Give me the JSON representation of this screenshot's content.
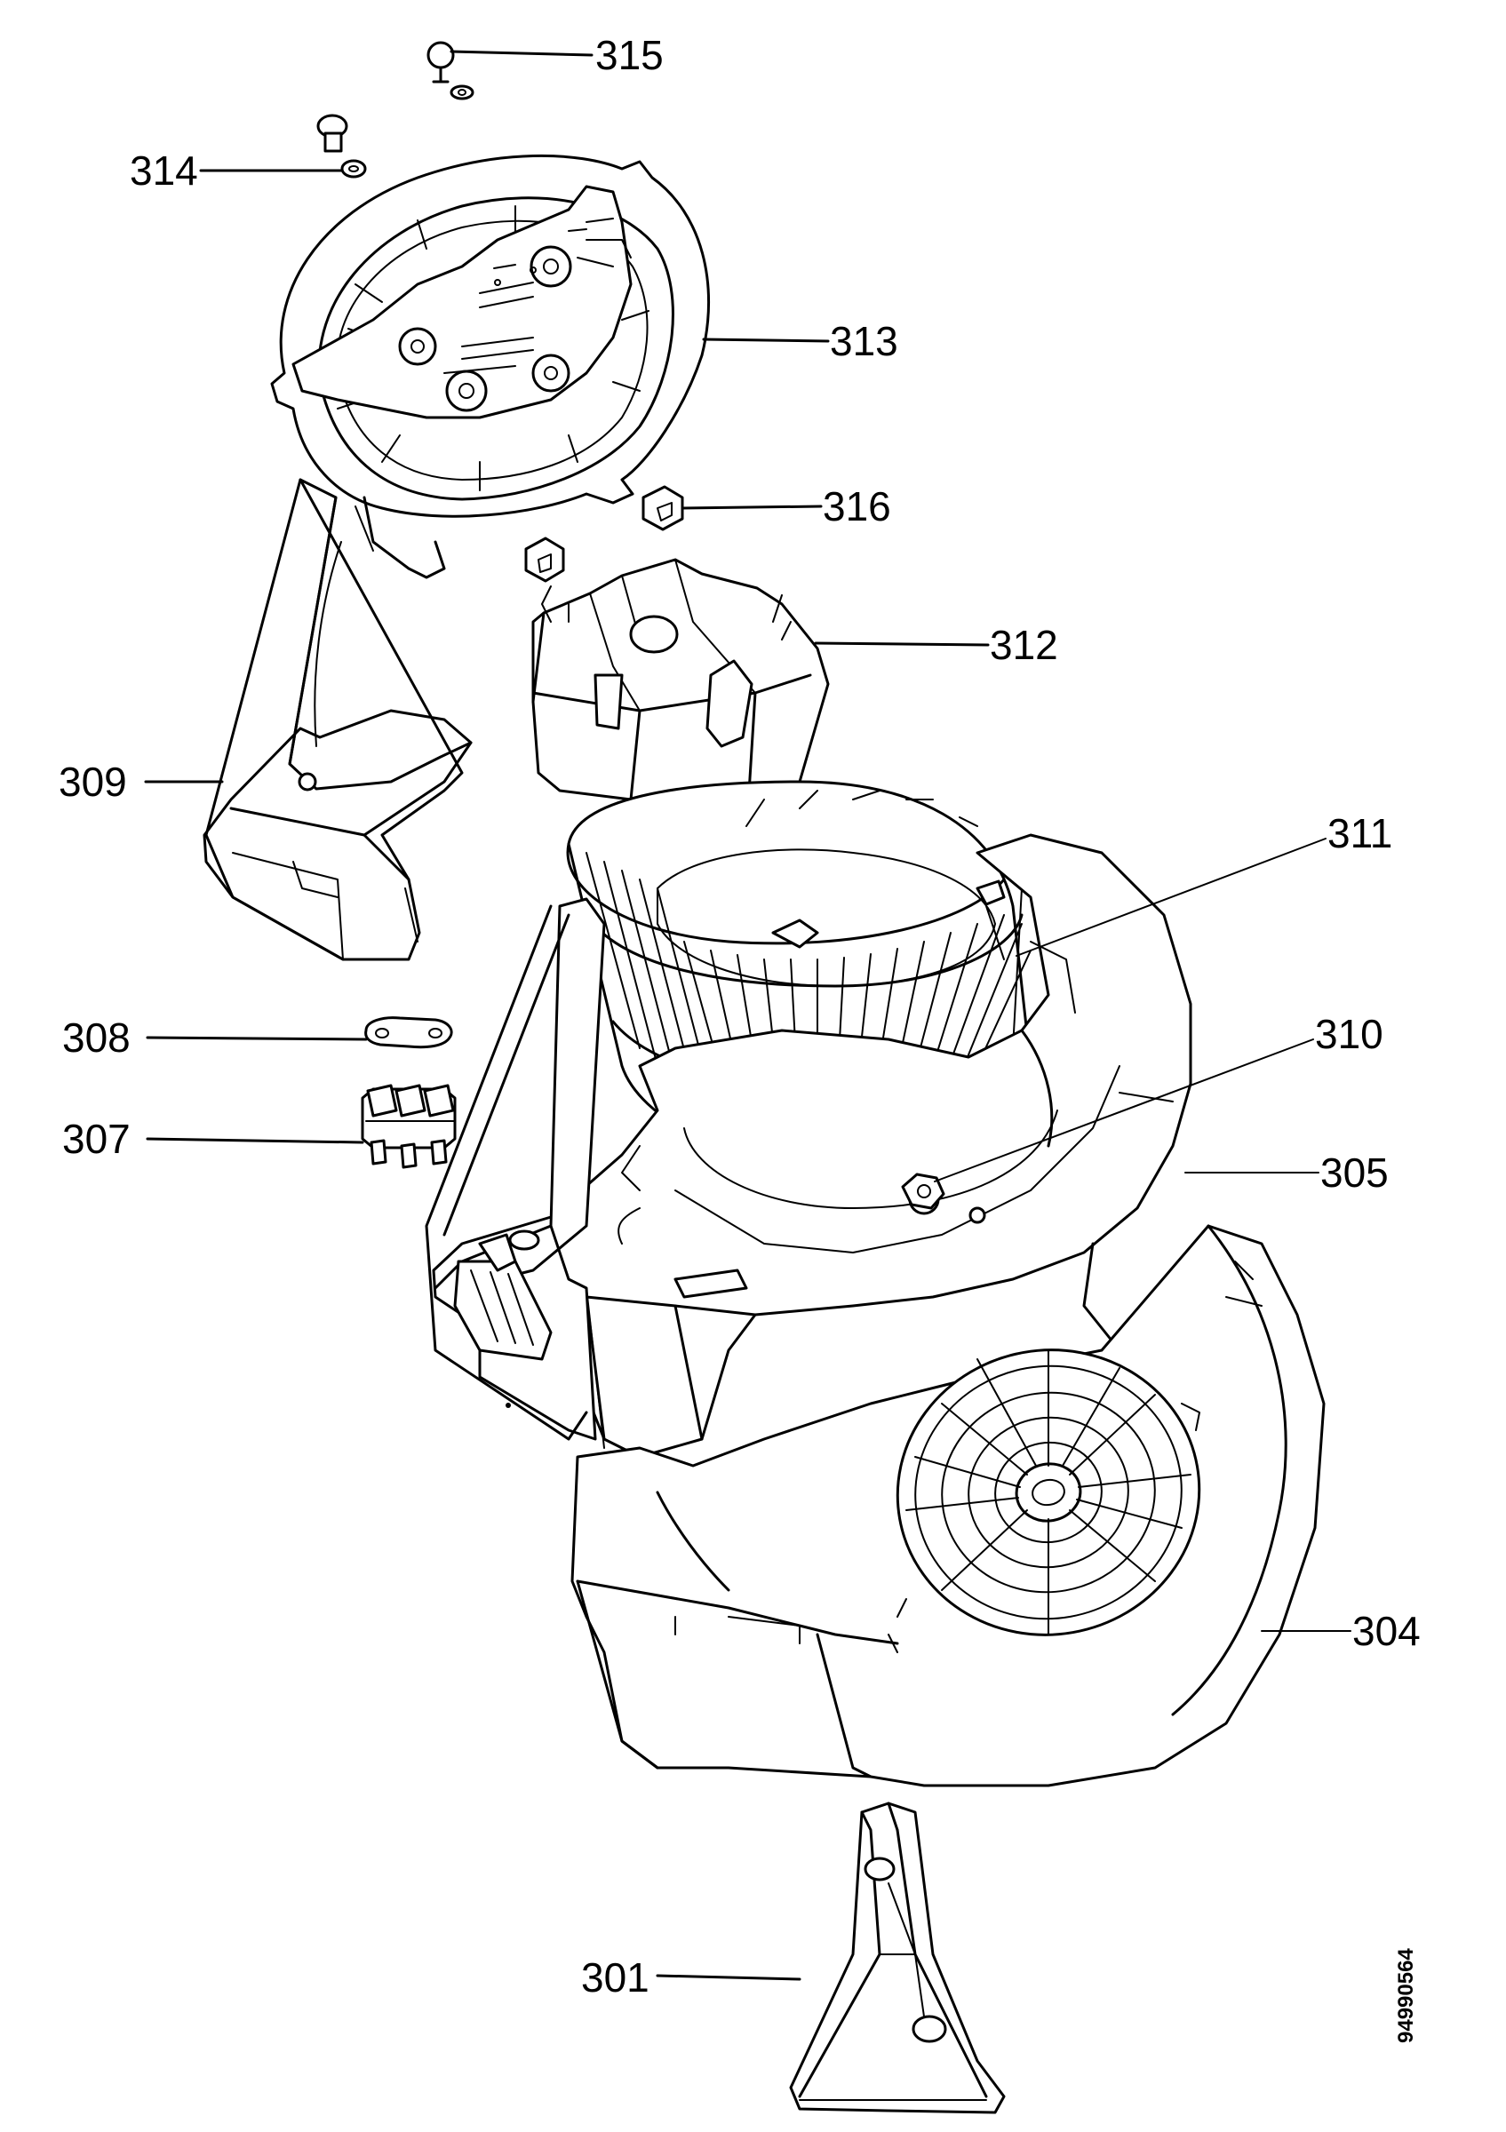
{
  "callouts": [
    {
      "id": "c315",
      "label": "315"
    },
    {
      "id": "c314",
      "label": "314"
    },
    {
      "id": "c313",
      "label": "313"
    },
    {
      "id": "c316",
      "label": "316"
    },
    {
      "id": "c312",
      "label": "312"
    },
    {
      "id": "c309",
      "label": "309"
    },
    {
      "id": "c311",
      "label": "311"
    },
    {
      "id": "c310",
      "label": "310"
    },
    {
      "id": "c308",
      "label": "308"
    },
    {
      "id": "c307",
      "label": "307"
    },
    {
      "id": "c305",
      "label": "305"
    },
    {
      "id": "c304",
      "label": "304"
    },
    {
      "id": "c301",
      "label": "301"
    }
  ],
  "drawing_code": "94990564"
}
